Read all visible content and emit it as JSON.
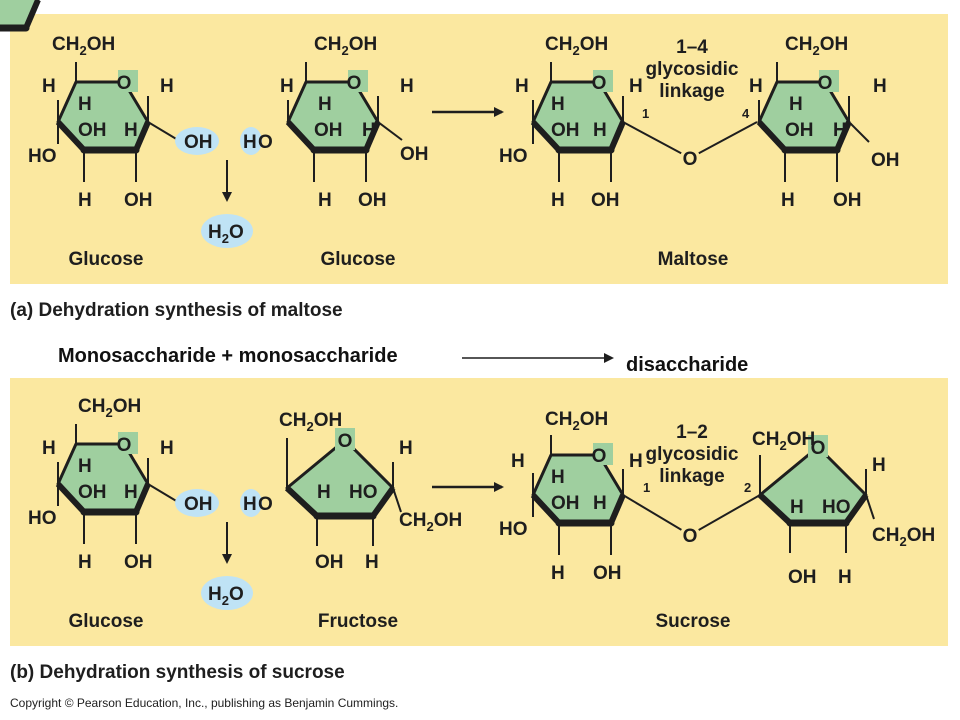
{
  "atoms": {
    "ch2oh_ch": "CH",
    "ch2oh_sub": "2",
    "ch2oh_oh": "OH",
    "h": "H",
    "o": "O",
    "oh": "OH",
    "ho": "HO",
    "h2o_h": "H",
    "h2o_sub": "2",
    "h2o_o": "O"
  },
  "panel_a": {
    "left_name": "Glucose",
    "right_name": "Glucose",
    "product_name": "Maltose",
    "linkage_line1": "1–4",
    "linkage_line2": "glycosidic",
    "linkage_line3": "linkage",
    "pos_left": "1",
    "pos_right": "4",
    "caption": "(a) Dehydration synthesis of maltose"
  },
  "panel_b": {
    "left_name": "Glucose",
    "right_name": "Fructose",
    "product_name": "Sucrose",
    "linkage_line1": "1–2",
    "linkage_line2": "glycosidic",
    "linkage_line3": "linkage",
    "pos_left": "1",
    "pos_right": "2",
    "caption": "(b) Dehydration synthesis of sucrose"
  },
  "middle": {
    "left_text": "Monosaccharide + monosaccharide",
    "right_text": "disaccharide"
  },
  "copyright": "Copyright © Pearson Education, Inc., publishing as Benjamin Cummings.",
  "colors": {
    "panel_bg": "#fbe8a0",
    "ring_fill": "#9fcf9f",
    "water_bubble": "#bfe3f5",
    "text": "#1e1e1e"
  }
}
